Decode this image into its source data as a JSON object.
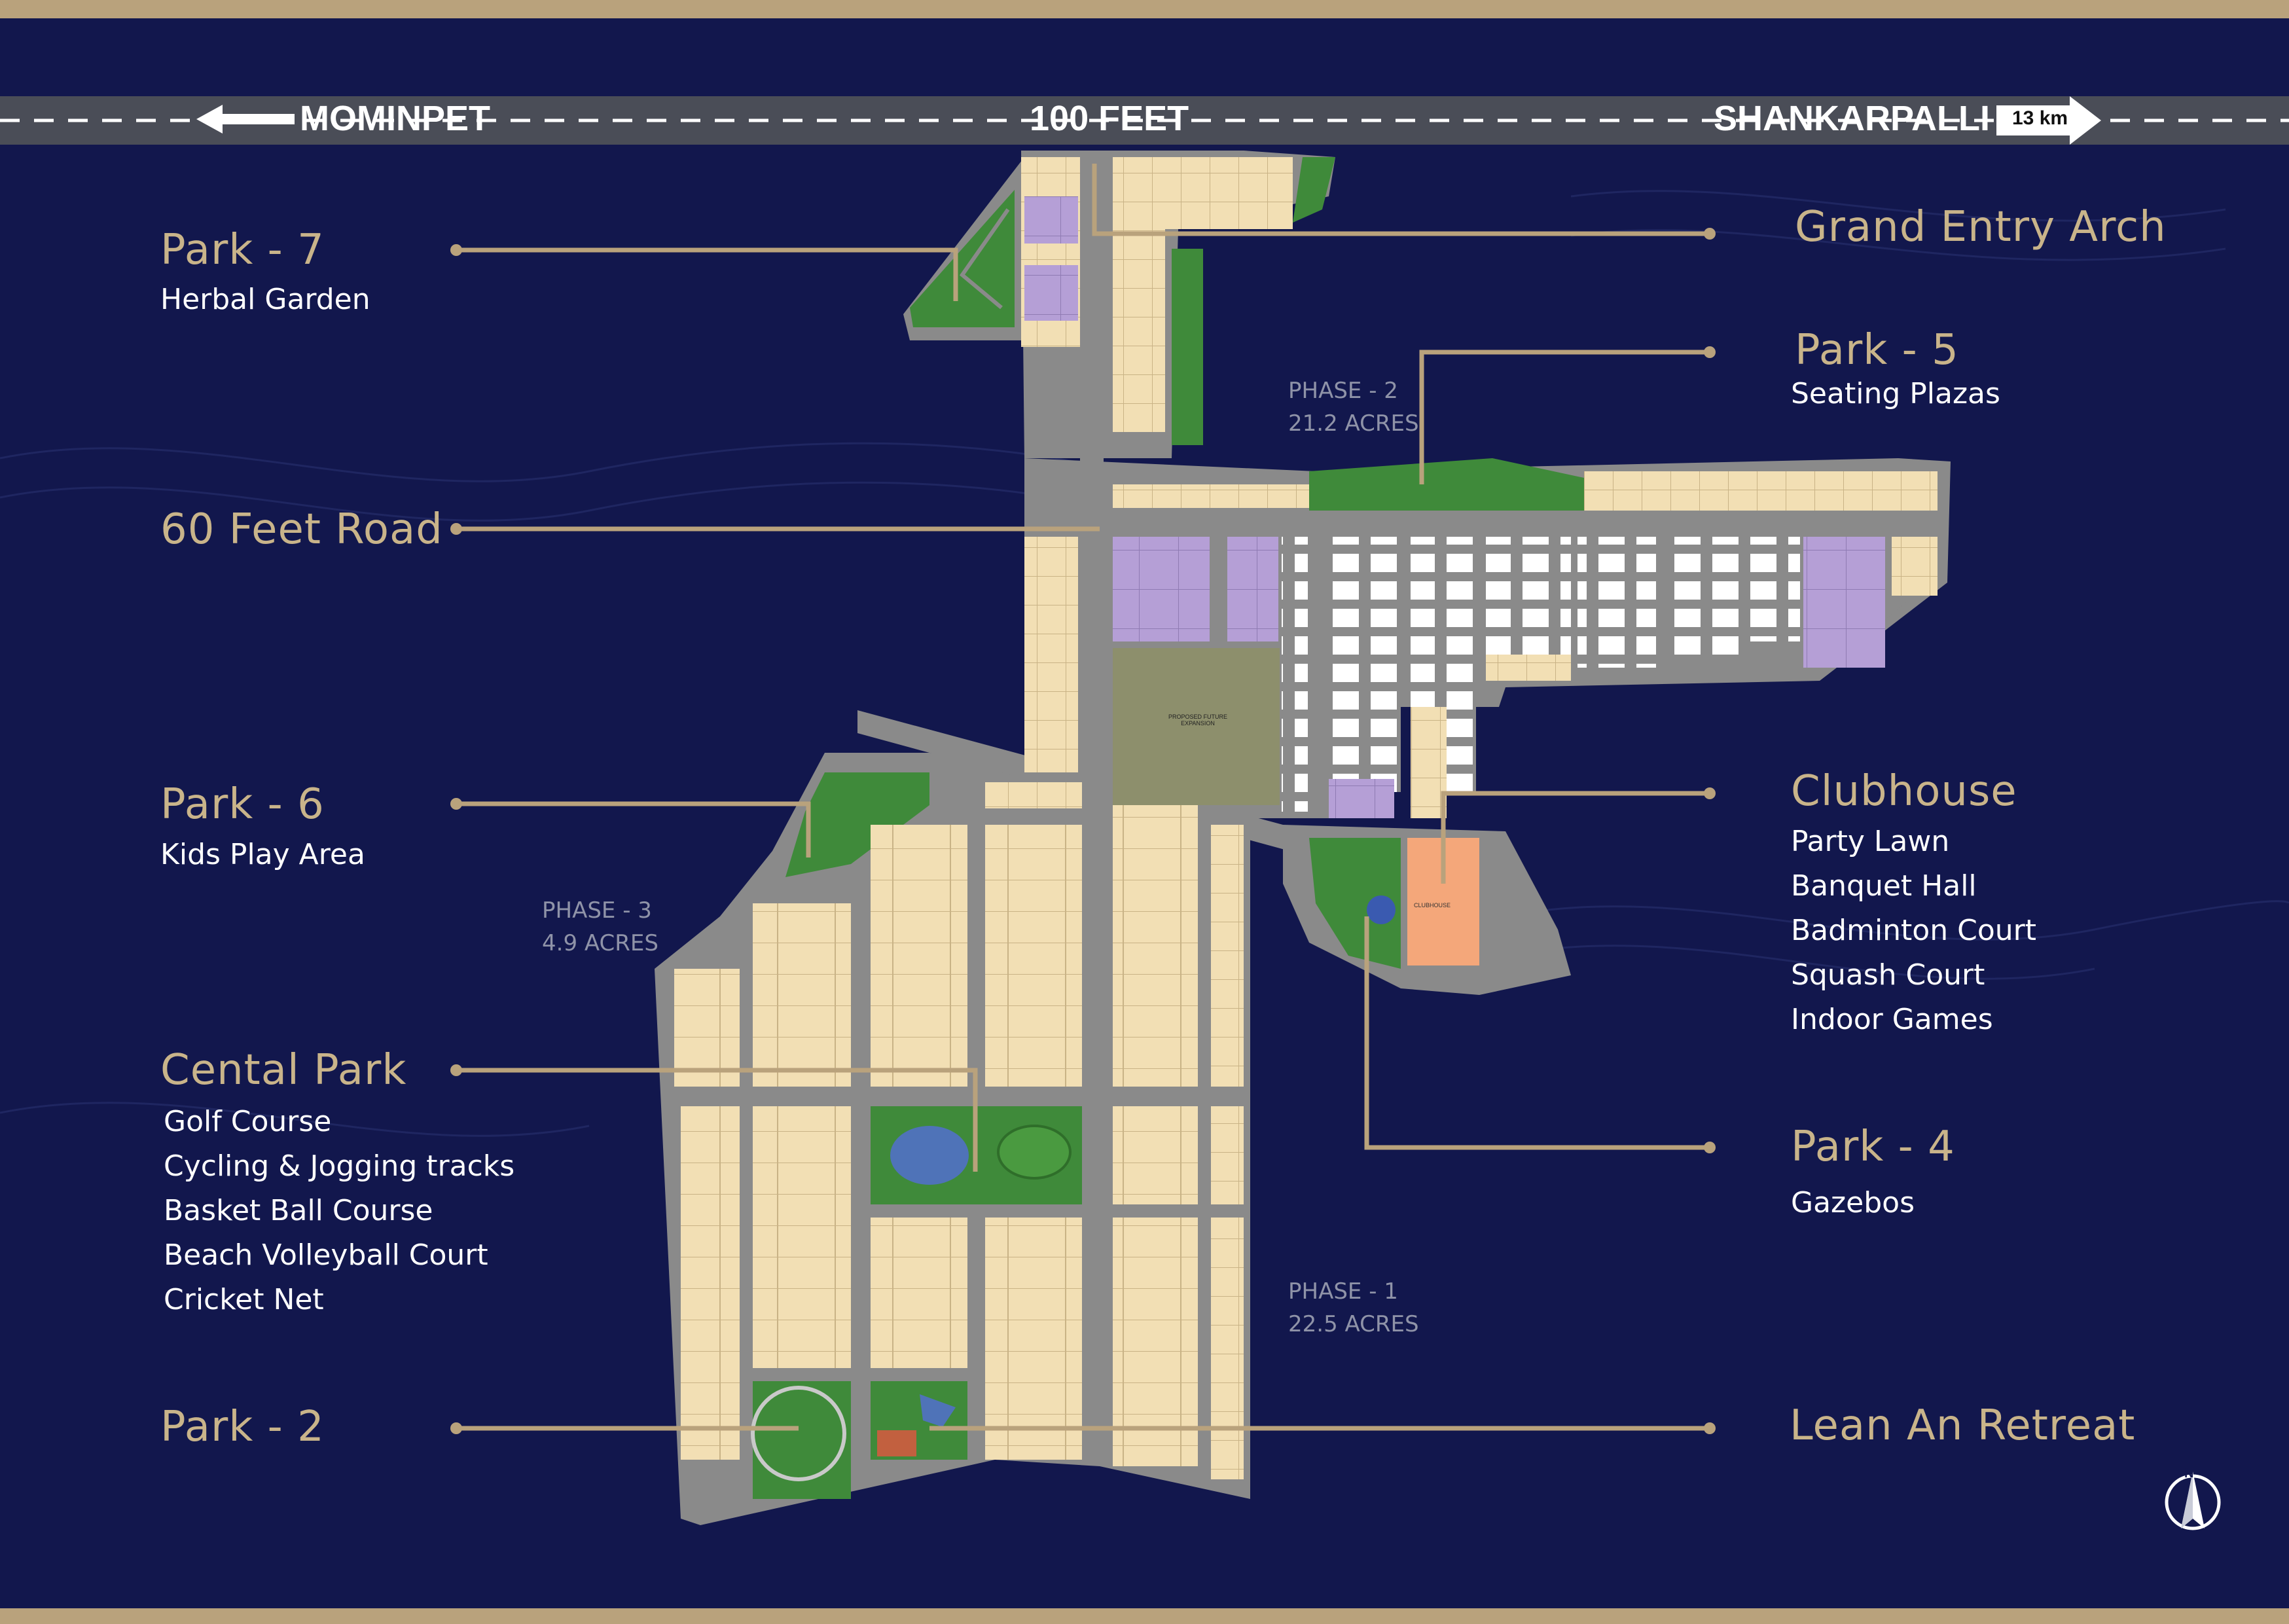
{
  "road": {
    "left_label": "MOMINPET",
    "center_label": "100 FEET",
    "right_label": "SHANKARPALLI",
    "distance": "13 km"
  },
  "left_labels": {
    "park7": {
      "title": "Park - 7",
      "subtitle": "Herbal Garden"
    },
    "road60": {
      "title": "60 Feet Road"
    },
    "park6": {
      "title": "Park - 6",
      "subtitle": "Kids Play Area"
    },
    "central_park": {
      "title": "Cental Park",
      "features": [
        "Golf Course",
        "Cycling & Jogging tracks",
        "Basket Ball Course",
        "Beach Volleyball Court",
        "Cricket Net"
      ]
    },
    "park2": {
      "title": "Park - 2"
    }
  },
  "right_labels": {
    "entry_arch": {
      "title": "Grand Entry Arch"
    },
    "park5": {
      "title": "Park - 5",
      "subtitle": "Seating Plazas"
    },
    "clubhouse": {
      "title": "Clubhouse",
      "features": [
        "Party Lawn",
        "Banquet Hall",
        "Badminton Court",
        "Squash Court",
        "Indoor Games"
      ]
    },
    "park4": {
      "title": "Park - 4",
      "subtitle": "Gazebos"
    },
    "lean_retreat": {
      "title": "Lean An Retreat"
    }
  },
  "phases": {
    "phase2": {
      "name": "PHASE - 2",
      "area": "21.2 ACRES"
    },
    "phase3": {
      "name": "PHASE - 3",
      "area": "4.9 ACRES"
    },
    "phase1": {
      "name": "PHASE - 1",
      "area": "22.5 ACRES"
    }
  },
  "map_labels": {
    "clubhouse": "CLUBHOUSE",
    "future": "PROPOSED FUTURE EXPANSION"
  },
  "colors": {
    "background": "#12174d",
    "gold": "#b9a27c",
    "plot": "#f2dfb4",
    "road": "#8a8a8a",
    "park": "#3f8a3a",
    "amenity": "#b59fd6",
    "clubhouse": "#f4a77a",
    "future_expansion": "#8d8f6c"
  },
  "compass": {
    "letter": "N"
  }
}
